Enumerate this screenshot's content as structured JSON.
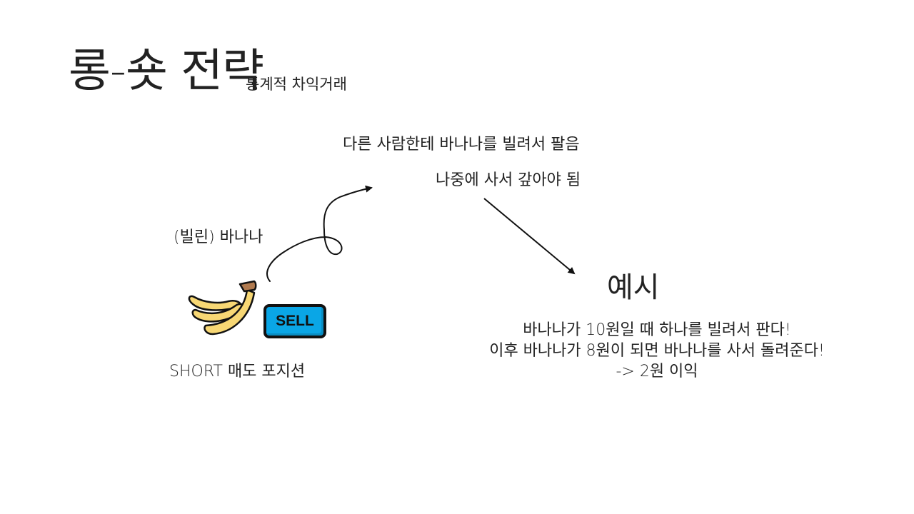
{
  "slide": {
    "title": "롱-숏 전략",
    "subtitle": "통계적 차익거래",
    "description_line1": "다른 사람한테 바나나를 빌려서 팔음",
    "description_line2": "나중에 사서 갚아야 됨",
    "borrowed_label": "(빌린) 바나나",
    "sell_button": "SELL",
    "position_label": "SHORT 매도 포지션"
  },
  "example": {
    "heading": "예시",
    "lines": [
      "바나나가 10원일 때 하나를 빌려서 판다!",
      "이후 바나나가 8원이 되면 바나나를 사서 돌려준다!",
      "-> 2원 이익"
    ]
  },
  "icons": {
    "banana": "banana-icon",
    "arrow_curved": "curved-arrow-icon",
    "arrow_straight": "diagonal-arrow-icon"
  },
  "colors": {
    "sell_button": "#0aa6e6",
    "banana_fill": "#f7d774",
    "banana_stem": "#b07a4f"
  }
}
